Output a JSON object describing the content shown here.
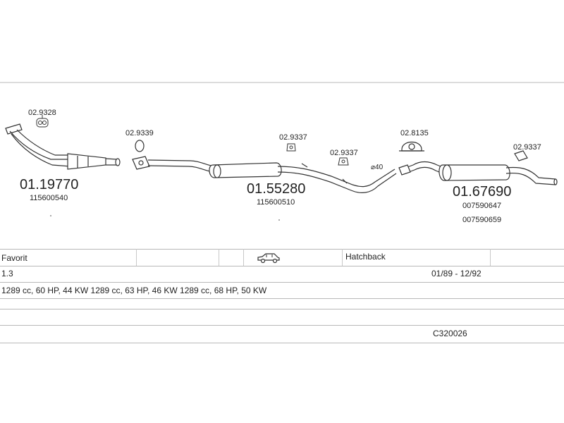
{
  "diagram": {
    "parts": [
      {
        "number": "01.19770",
        "oem": [
          "115600540"
        ]
      },
      {
        "number": "01.55280",
        "oem": [
          "115600510"
        ]
      },
      {
        "number": "01.67690",
        "oem": [
          "007590647",
          "007590659"
        ]
      }
    ],
    "accessories": {
      "gasket_front": "02.9328",
      "gasket_mid": "02.9339",
      "hanger_1": "02.9337",
      "hanger_2": "02.9337",
      "clamp": "02.8135",
      "hanger_3": "02.9337",
      "clamp_size": "⌀40"
    }
  },
  "table": {
    "model": "Favorit",
    "body_type": "Hatchback",
    "engine": "1.3",
    "years": "01/89 - 12/92",
    "variants": "1289 cc, 60 HP, 44 KW 1289 cc, 63 HP, 46 KW 1289 cc, 68 HP, 50 KW",
    "code": "C320026"
  },
  "icons": {
    "vehicle": "car-hatchback-icon"
  }
}
